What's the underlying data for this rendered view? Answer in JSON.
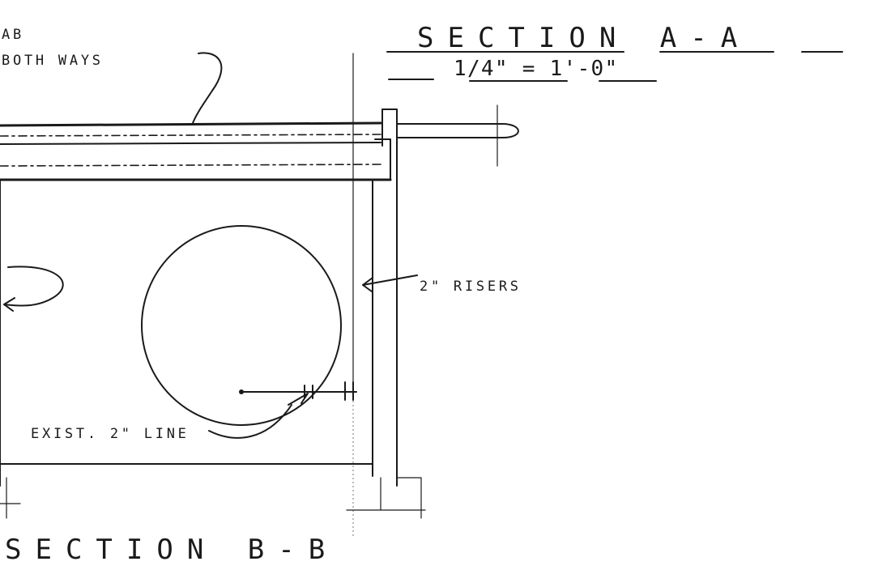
{
  "drawing": {
    "section_aa_title": "SECTION A-A",
    "scale_text": "1/4\" = 1'-0\"",
    "section_bb_title": "SECTION B-B",
    "note_top_1": "AB",
    "note_top_2": "BOTH WAYS",
    "note_risers": "2\" RISERS",
    "note_exist_line": "EXIST. 2\" LINE"
  },
  "colors": {
    "ink": "#1a1a1a",
    "paper": "#ffffff"
  }
}
